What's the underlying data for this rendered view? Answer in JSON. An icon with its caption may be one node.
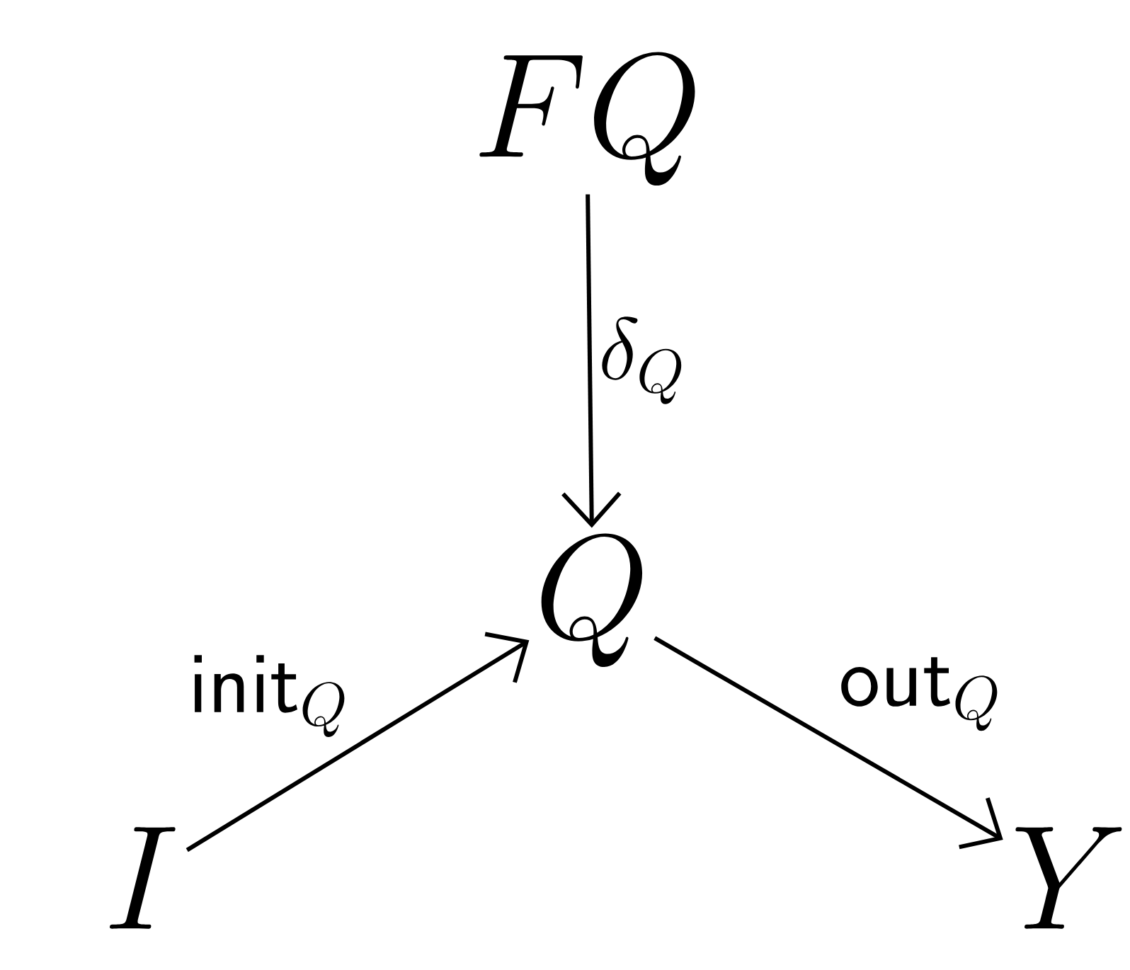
{
  "diagram": {
    "nodes": [
      {
        "text": [
          "FQ"
        ]
      },
      {
        "text": [
          "Q"
        ]
      },
      {
        "text": [
          "I"
        ]
      },
      {
        "text": [
          "Y"
        ]
      }
    ],
    "edges": [
      {
        "from": 0,
        "to": 1,
        "arrow": "to",
        "label": "\\delta_Q"
      },
      {
        "from": 2,
        "to": 1,
        "arrow": "to",
        "label": "\\mathsf{init}_Q"
      },
      {
        "from": 1,
        "to": 3,
        "arrow": "to",
        "label": "\\mathsf{out}_Q"
      }
    ]
  }
}
